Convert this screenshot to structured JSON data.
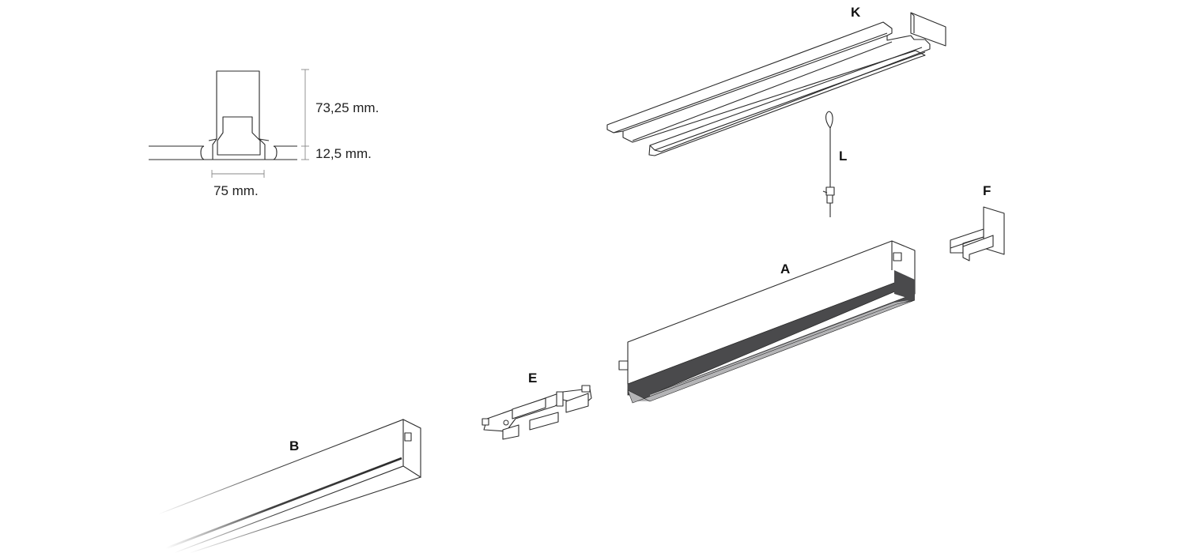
{
  "cross_section": {
    "height_top": "73,25 mm.",
    "height_bottom": "12,5 mm.",
    "width": "75 mm."
  },
  "parts": {
    "a": "A",
    "b": "B",
    "e": "E",
    "f": "F",
    "k": "K",
    "l": "L"
  },
  "colors": {
    "line": "#2b2b2b",
    "diffuser_dark": "#4a4a4c",
    "diffuser_light": "#b4b4b6",
    "dimension_line": "#888888"
  }
}
